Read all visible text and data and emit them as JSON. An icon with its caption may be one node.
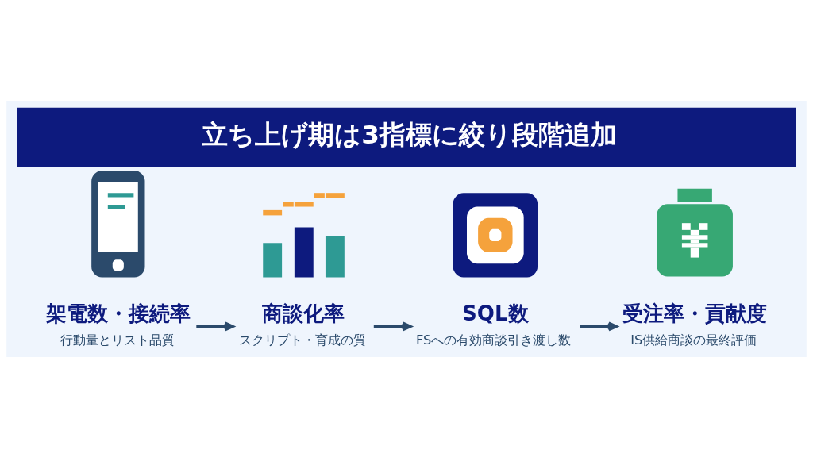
{
  "diagram": {
    "title": "立ち上げ期は3指標に絞り段階追加",
    "nodes": [
      {
        "text": [],
        "shape": "picture"
      },
      {
        "text": [
          "架電数・接続率",
          "行動量とリスト品質"
        ]
      },
      {
        "text": [],
        "shape": "picture"
      },
      {
        "text": [
          "商談化率",
          "スクリプト・育成の質"
        ]
      },
      {
        "text": [],
        "shape": "picture"
      },
      {
        "text": [
          "SQL数",
          "FSへの有効商談引き渡し数"
        ]
      },
      {
        "text": [],
        "shape": "picture"
      },
      {
        "text": [
          "受注率・貢献度",
          "IS供給商談の最終評価"
        ]
      }
    ],
    "edges": [
      {
        "from": 1,
        "to": 3,
        "arrow": "to"
      },
      {
        "from": 3,
        "to": 5,
        "arrow": "to"
      },
      {
        "from": 5,
        "to": 7,
        "arrow": "to"
      }
    ]
  }
}
